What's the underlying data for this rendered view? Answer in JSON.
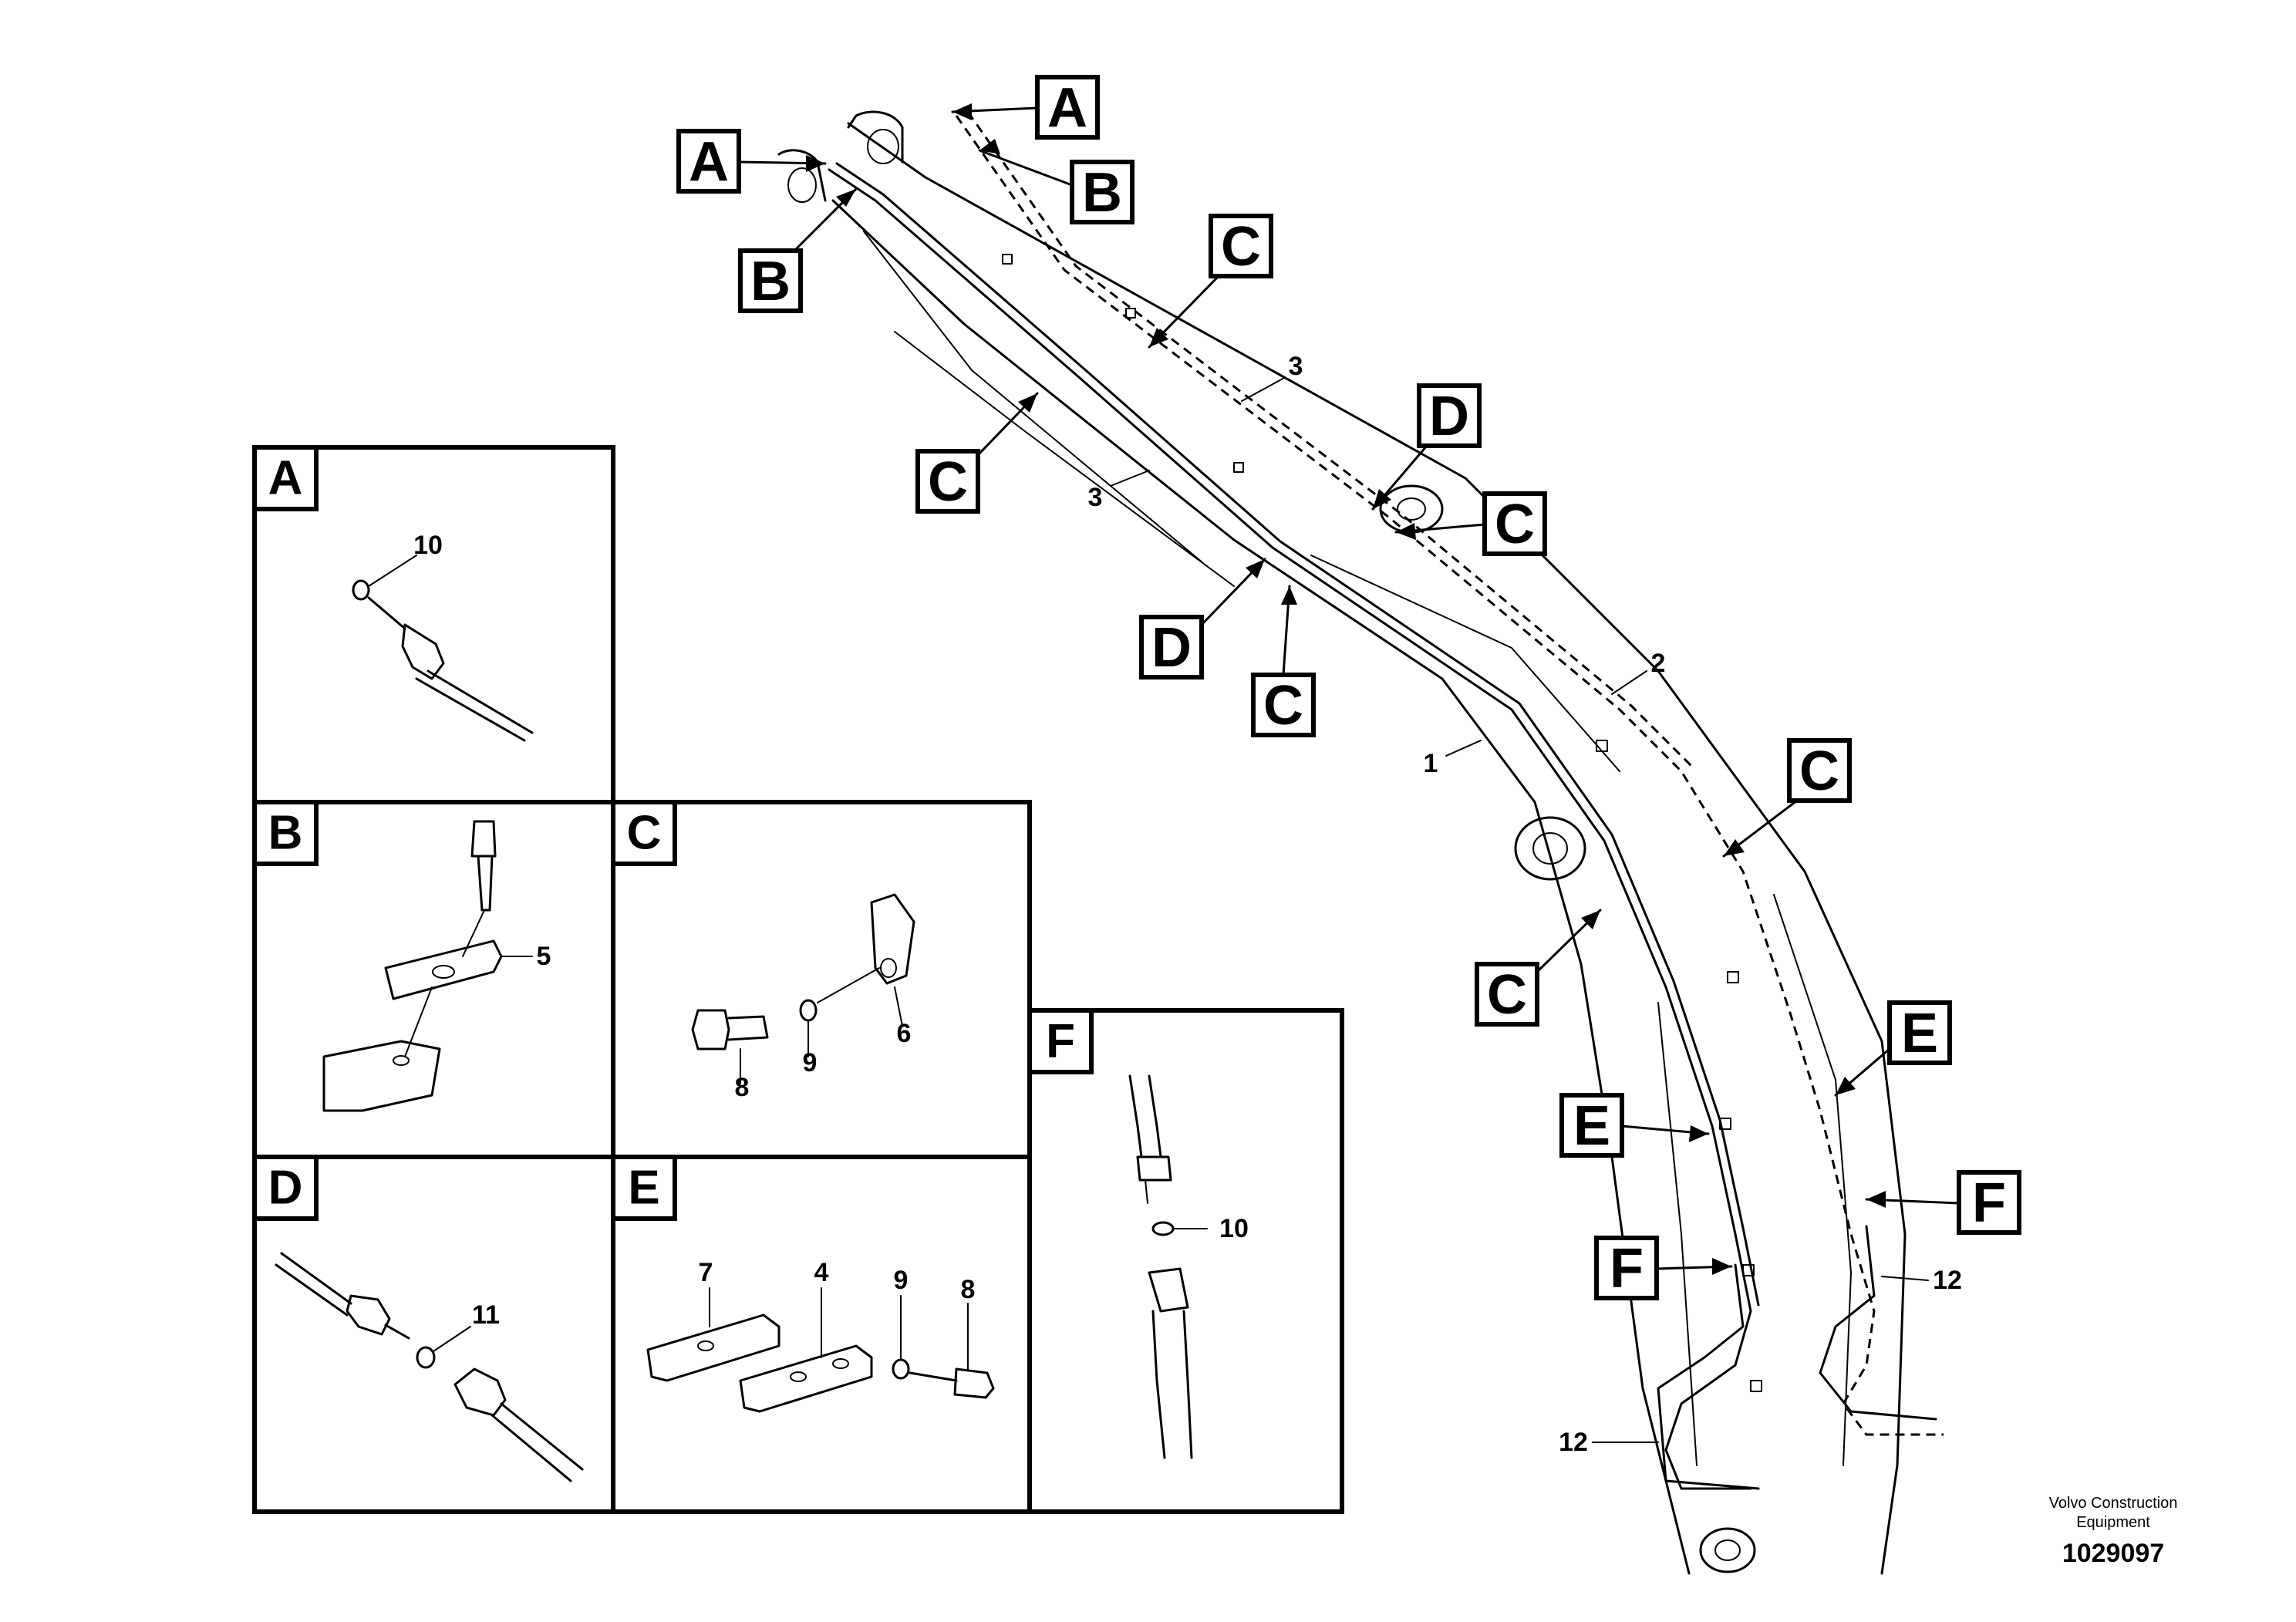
{
  "callouts": {
    "A": "A",
    "B": "B",
    "C": "C",
    "D": "D",
    "E": "E",
    "F": "F"
  },
  "panels": {
    "A": {
      "letter": "A",
      "parts": [
        "10"
      ]
    },
    "B": {
      "letter": "B",
      "parts": [
        "5"
      ]
    },
    "C": {
      "letter": "C",
      "parts": [
        "8",
        "9",
        "6"
      ]
    },
    "D": {
      "letter": "D",
      "parts": [
        "11"
      ]
    },
    "E": {
      "letter": "E",
      "parts": [
        "7",
        "4",
        "9",
        "8"
      ]
    },
    "F": {
      "letter": "F",
      "parts": [
        "10"
      ]
    }
  },
  "part_labels": {
    "one": "1",
    "two": "2",
    "three": "3",
    "twelve": "12"
  },
  "footer": {
    "brand_line1": "Volvo Construction",
    "brand_line2": "Equipment",
    "doc_number": "1029097"
  }
}
